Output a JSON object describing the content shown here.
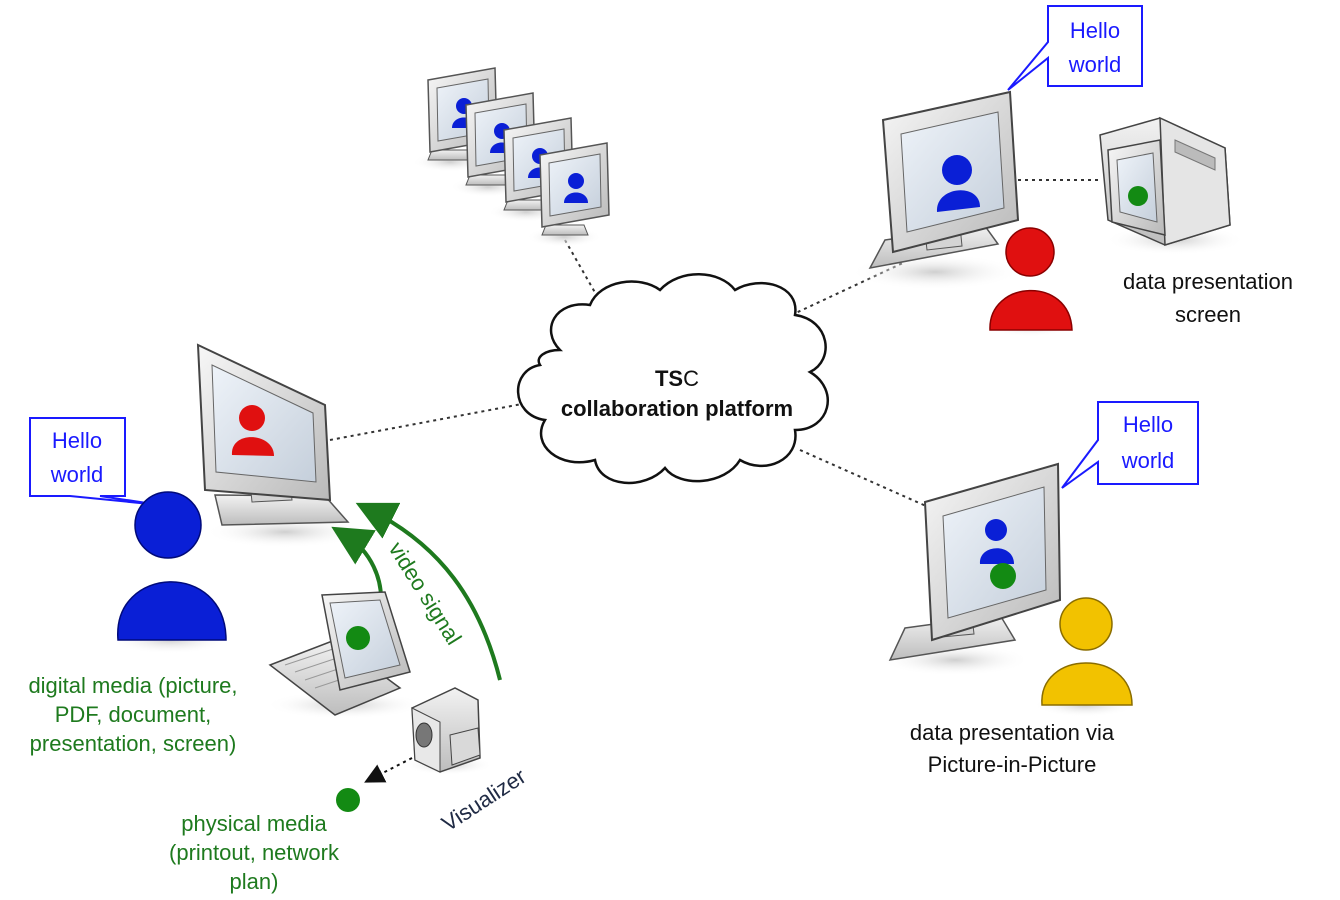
{
  "cloud": {
    "title_part1": "TS",
    "title_part2": "C",
    "subtitle": "collaboration platform"
  },
  "bubbles": {
    "top_right": {
      "line1": "Hello",
      "line2": "world"
    },
    "left": {
      "line1": "Hello",
      "line2": "world"
    },
    "mid_right": {
      "line1": "Hello",
      "line2": "world"
    }
  },
  "labels": {
    "data_presentation_screen": {
      "line1": "data presentation",
      "line2": "screen"
    },
    "data_presentation_pip": {
      "line1": "data presentation via",
      "line2": "Picture-in-Picture"
    },
    "digital_media": {
      "line1": "digital media (picture,",
      "line2": "PDF, document,",
      "line3": "presentation, screen)"
    },
    "physical_media": {
      "line1": "physical media",
      "line2": "(printout, network",
      "line3": "plan)"
    },
    "video_signal": "video signal",
    "visualizer": "Visualizer"
  },
  "colors": {
    "blue_person": "#0a1fd6",
    "red_person": "#e01010",
    "yellow_person": "#f2c200",
    "green_dot": "#138a13",
    "green_text": "#1e7a1e",
    "bubble_text": "#1a1aff"
  }
}
